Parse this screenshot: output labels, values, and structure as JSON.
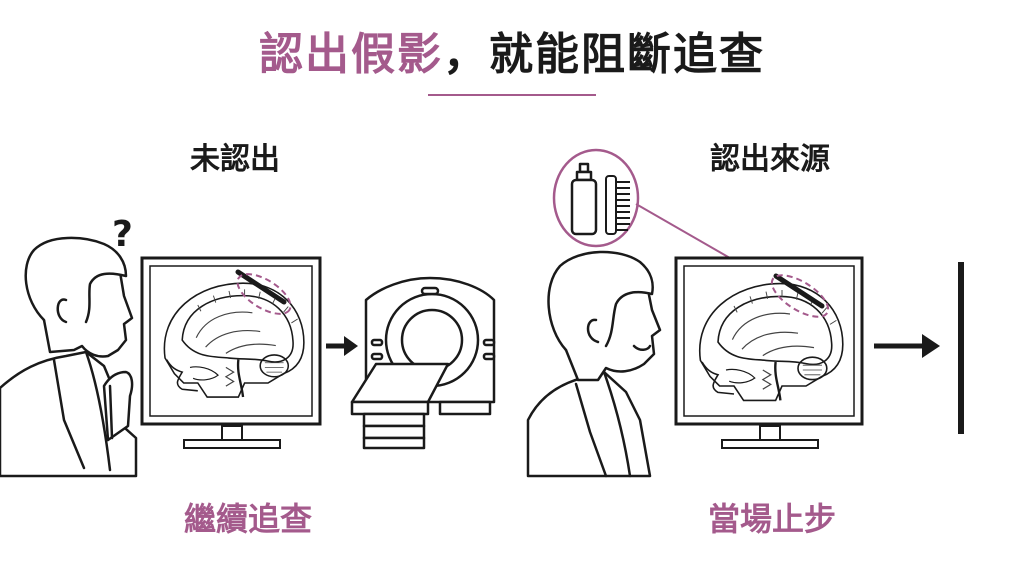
{
  "title": {
    "highlight": "認出假影",
    "rest": "，就能阻斷追查"
  },
  "left": {
    "heading": "未認出",
    "outcome": "繼續追查"
  },
  "right": {
    "heading": "認出來源",
    "outcome": "當場止步"
  },
  "question_mark": "?",
  "colors": {
    "accent": "#a45a8c",
    "ink": "#1a1a1a"
  },
  "icons": [
    "person-thinking",
    "mri-monitor",
    "arrow-right",
    "ct-scanner",
    "spray-bottle",
    "comb",
    "person-smiling",
    "stop-bar"
  ]
}
